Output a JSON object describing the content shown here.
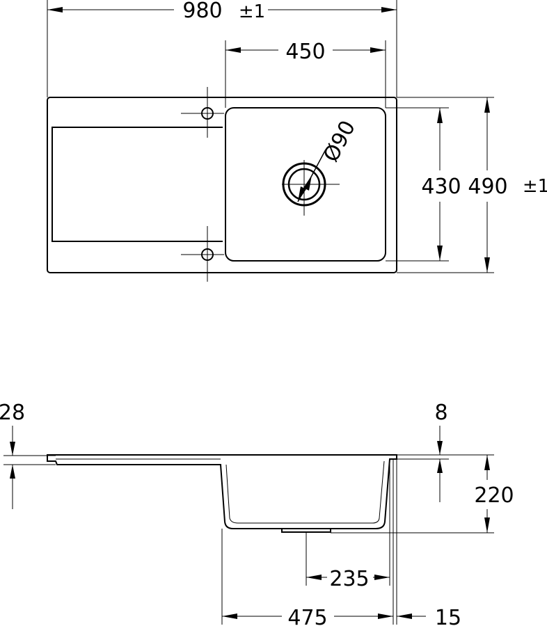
{
  "top_view": {
    "overall_width": "980",
    "overall_width_tolerance": "±1",
    "bowl_width": "450",
    "bowl_depth": "430",
    "overall_depth": "490",
    "overall_depth_tolerance": "±1",
    "drain_diameter": "Ø90"
  },
  "side_view": {
    "flange_height": "28",
    "rim_height": "8",
    "bowl_height": "220",
    "drain_offset": "235",
    "bowl_length": "475",
    "edge_offset": "15"
  }
}
